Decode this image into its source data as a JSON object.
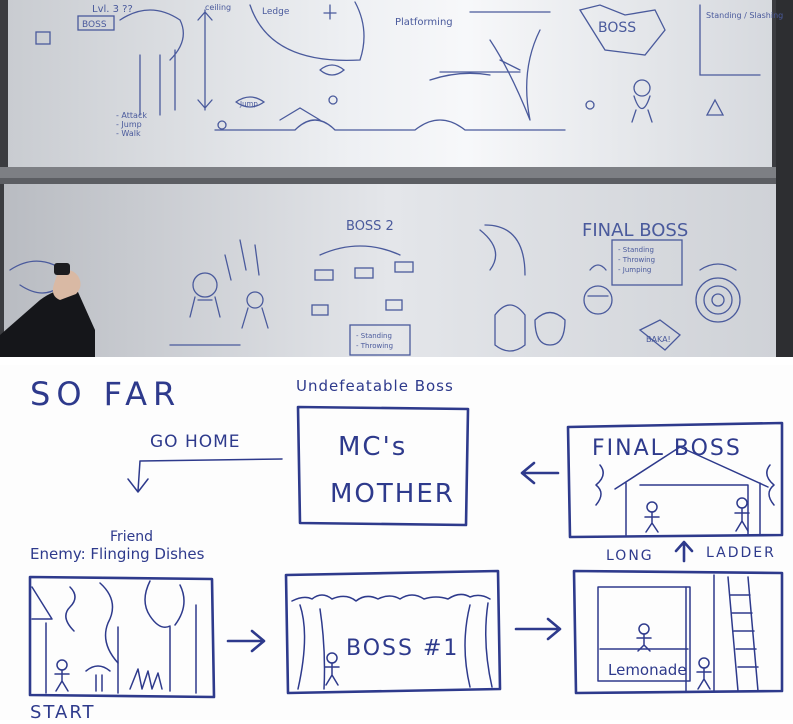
{
  "whiteboard": {
    "top_labels": {
      "lvl": "Lvl. 3 ??",
      "boss_box": "BOSS",
      "ledge": "Ledge",
      "ceiling": "ceiling",
      "platforming": "Platforming",
      "boss_right": "BOSS",
      "standing": "Standing / Slashing",
      "jump": "Jump",
      "attack_list": [
        "- Attack",
        "- Jump",
        "- Walk"
      ]
    },
    "bottom_labels": {
      "boss2": "BOSS 2",
      "final_boss": "FINAL BOSS",
      "final_list": [
        "- Standing",
        "- Throwing",
        "- Jumping"
      ],
      "boss2_list": [
        "- Standing",
        "- Throwing"
      ],
      "baka": "BAKA!"
    }
  },
  "sketch": {
    "title": "SO FAR",
    "undefeatable_label": "Undefeatable Boss",
    "mother_box": [
      "MC's",
      "MOTHER"
    ],
    "go_home": "GO HOME",
    "final_boss": "FINAL BOSS",
    "ladder_label": {
      "left": "LONG",
      "right": "LADDER"
    },
    "friend": "Friend",
    "enemy": "Enemy: Flinging Dishes",
    "boss1": "BOSS #1",
    "lemonade": "Lemonade",
    "start": "START"
  }
}
